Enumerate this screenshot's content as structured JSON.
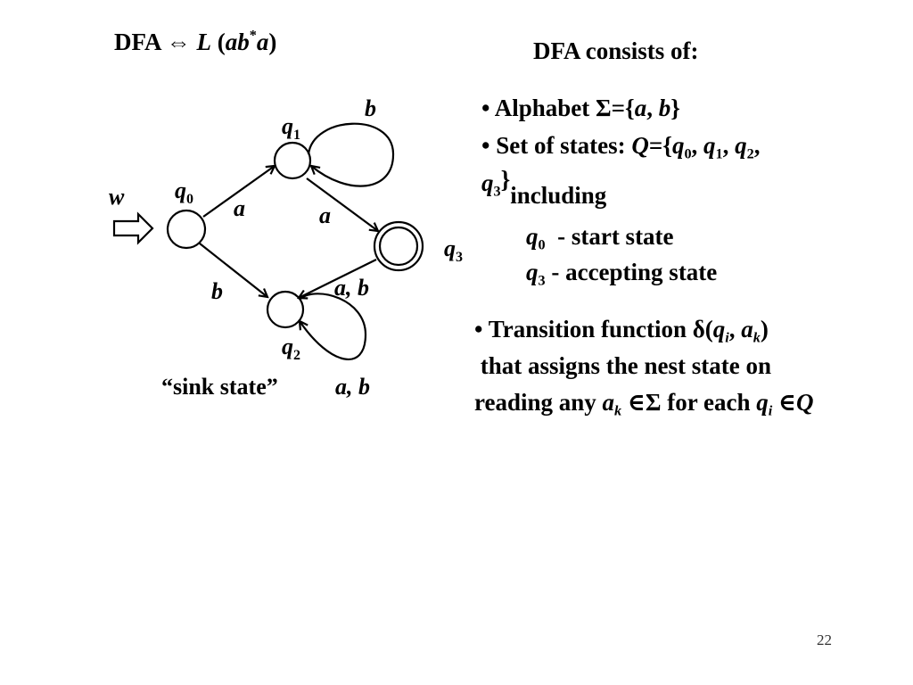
{
  "slide": {
    "title": {
      "dfa": "DFA",
      "arrow": "⇔",
      "L": "L",
      "open": " (",
      "ab": "ab",
      "star": "*",
      "a": "a",
      "close": ")"
    },
    "page_number": "22"
  },
  "diagram": {
    "input_label": "w",
    "states": {
      "q0": {
        "name": "q",
        "index": "0"
      },
      "q1": {
        "name": "q",
        "index": "1"
      },
      "q2": {
        "name": "q",
        "index": "2"
      },
      "q3": {
        "name": "q",
        "index": "3"
      }
    },
    "transitions": {
      "q0_q1": "a",
      "q0_q2": "b",
      "q1_q1": "b",
      "q1_q3": "a",
      "q3_q2": "a, b",
      "q2_q2": "a, b"
    },
    "sink_label": "“sink state”"
  },
  "info": {
    "heading": "DFA consists of:",
    "alphabet": {
      "bullet": "•",
      "label": "Alphabet ",
      "sigma": "Σ",
      "eq": "={",
      "a": "a",
      "comma": ", ",
      "b": "b",
      "close": "}"
    },
    "states": {
      "bullet": "•",
      "label": "Set of states: ",
      "Q": "Q",
      "eq": "={",
      "q": "q",
      "sep": ", ",
      "i0": "0",
      "i1": "1",
      "i2": "2",
      "i3": "3",
      "close": "}",
      "including": "including"
    },
    "start": {
      "q": "q",
      "idx": "0",
      "desc": "  - start state"
    },
    "accept": {
      "q": "q",
      "idx": "3",
      "desc": " - accepting state"
    },
    "transition": {
      "bullet": "•",
      "label": "Transition function ",
      "delta": "δ",
      "open": "(",
      "q": "q",
      "qi": "i",
      "comma": ", ",
      "a": "a",
      "ak": "k",
      "close": ")",
      "line2": " that assigns the nest state on",
      "line3a": "reading any ",
      "in": "∈",
      "sigma": "Σ",
      "line3b": " for each ",
      "Q": "Q"
    }
  }
}
